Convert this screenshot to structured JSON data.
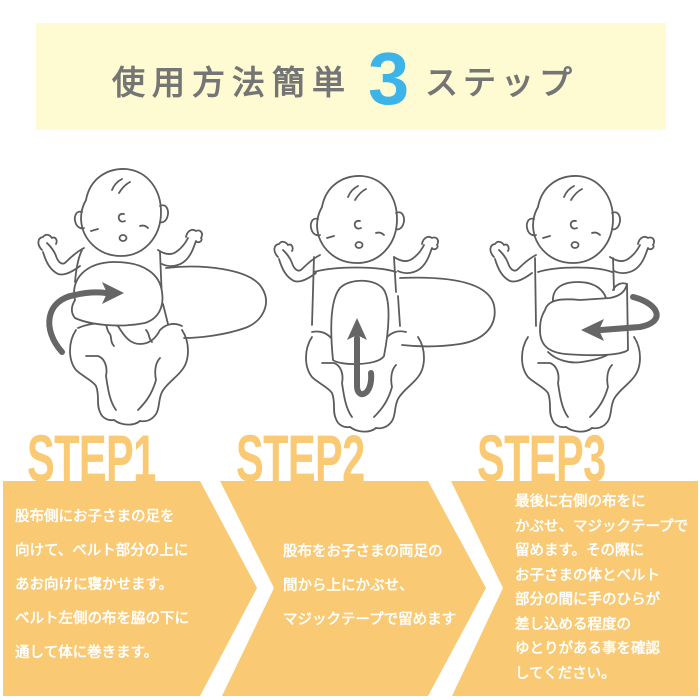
{
  "header": {
    "title_prefix": "使用方法簡単",
    "title_number": "3",
    "title_suffix": "ステップ"
  },
  "colors": {
    "header_bg": "#FEFBD3",
    "title_text": "#757575",
    "accent_blue": "#3CB4E7",
    "step_orange": "#F9C973",
    "panel_text": "#FFFFFF",
    "illustration_line": "#5C5C5C",
    "arrow": "#666666"
  },
  "steps": [
    {
      "label": "STEP1",
      "illustration": {
        "icon": "baby-belt-wrap-around-icon",
        "arrow": "curved-arrow-right-icon"
      },
      "lines": [
        "股布側にお子さまの足を",
        "向けて、ベルト部分の上に",
        "あお向けに寝かせます。",
        "ベルト左側の布を脇の下に",
        "通して体に巻きます。"
      ]
    },
    {
      "label": "STEP2",
      "illustration": {
        "icon": "baby-crotch-flap-icon",
        "arrow": "u-turn-arrow-up-icon"
      },
      "lines": [
        "股布をお子さまの両足の",
        "間から上にかぶせ、",
        "マジックテープで留めます"
      ]
    },
    {
      "label": "STEP3",
      "illustration": {
        "icon": "baby-belt-fastened-icon",
        "arrow": "curved-arrow-left-icon"
      },
      "lines": [
        "最後に右側の布をに",
        "かぶせ、マジックテープで",
        "留めます。その際に",
        "お子さまの体とベルト",
        "部分の間に手のひらが",
        "差し込める程度の",
        "ゆとりがある事を確認",
        "してください。"
      ]
    }
  ]
}
